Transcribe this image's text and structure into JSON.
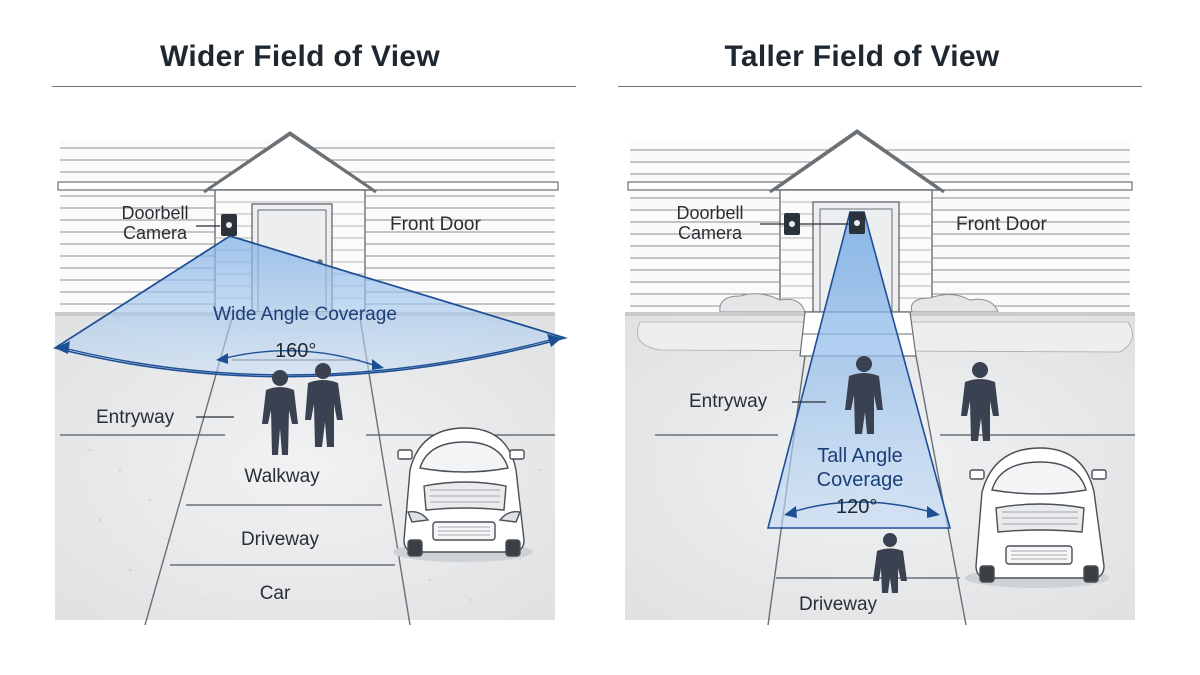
{
  "left_panel": {
    "title": "Wider Field of View",
    "labels": {
      "camera_line1": "Doorbell",
      "camera_line2": "Camera",
      "front_door": "Front Door",
      "coverage": "Wide Angle Coverage",
      "angle": "160°",
      "entryway": "Entryway",
      "walkway": "Walkway",
      "driveway": "Driveway",
      "car": "Car"
    }
  },
  "right_panel": {
    "title": "Taller Field of View",
    "labels": {
      "camera_line1": "Doorbell",
      "camera_line2": "Camera",
      "front_door": "Front Door",
      "coverage_line1": "Tall Angle",
      "coverage_line2": "Coverage",
      "angle": "120°",
      "entryway": "Entryway",
      "driveway": "Driveway"
    }
  },
  "colors": {
    "coverage_fill": "#9cc3ec",
    "coverage_stroke": "#1d4f94",
    "coverage_text": "#1d3f78",
    "person": "#3a4150",
    "line_art": "#6b7075"
  },
  "icons": [
    "doorbell-camera-icon",
    "person-icon",
    "car-icon",
    "house-icon"
  ]
}
